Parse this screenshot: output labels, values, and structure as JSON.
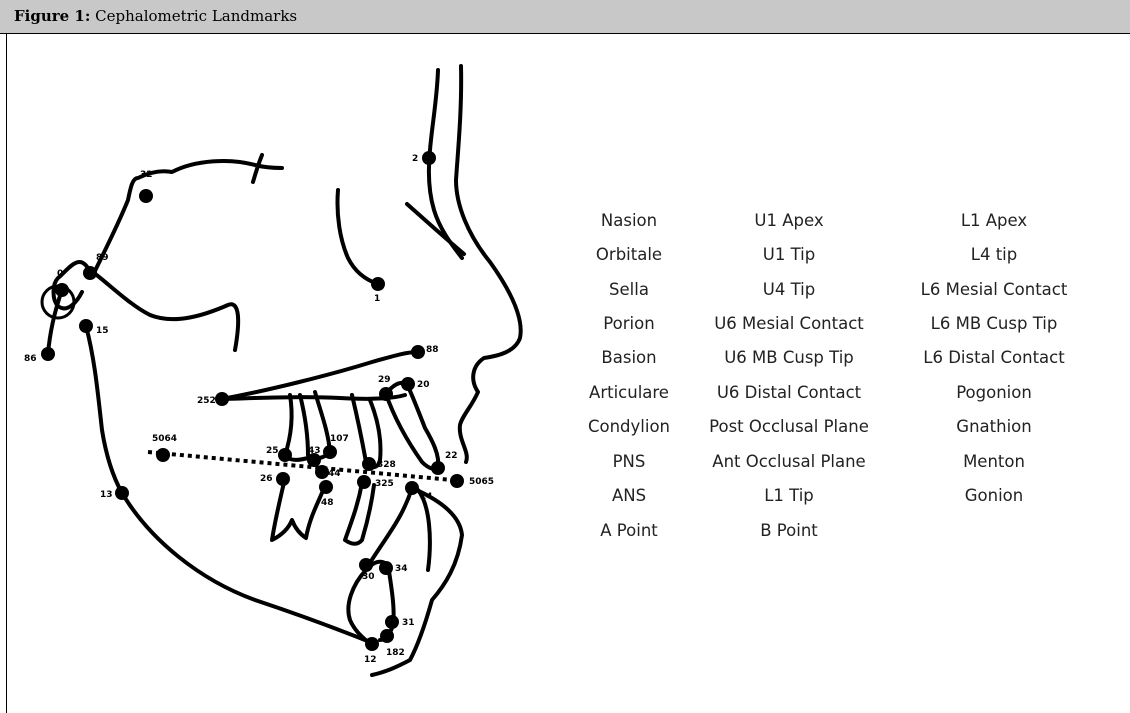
{
  "figure": {
    "label": "Figure 1:",
    "title": "Cephalometric Landmarks"
  },
  "landmark_ids": [
    "2",
    "32",
    "89",
    "0",
    "15",
    "86",
    "1",
    "88",
    "20",
    "29",
    "252",
    "5064",
    "25",
    "43",
    "107",
    "44",
    "26",
    "48",
    "328",
    "325",
    "22",
    "5065",
    "24",
    "13",
    "30",
    "34",
    "31",
    "12",
    "182"
  ],
  "legend": {
    "column1": [
      "Nasion",
      "Orbitale",
      "Sella",
      "Porion",
      "Basion",
      "Articulare",
      "Condylion",
      "PNS",
      "ANS",
      "A Point"
    ],
    "column2": [
      "U1 Apex",
      "U1 Tip",
      "U4 Tip",
      "U6 Mesial Contact",
      "U6 MB Cusp Tip",
      "U6 Distal Contact",
      "Post Occlusal Plane",
      "Ant Occlusal Plane",
      "L1 Tip",
      "B Point"
    ],
    "column3": [
      "L1 Apex",
      "L4 tip",
      "L6 Mesial Contact",
      "L6 MB Cusp Tip",
      "L6 Distal Contact",
      "Pogonion",
      "Gnathion",
      "Menton",
      "Gonion"
    ]
  }
}
